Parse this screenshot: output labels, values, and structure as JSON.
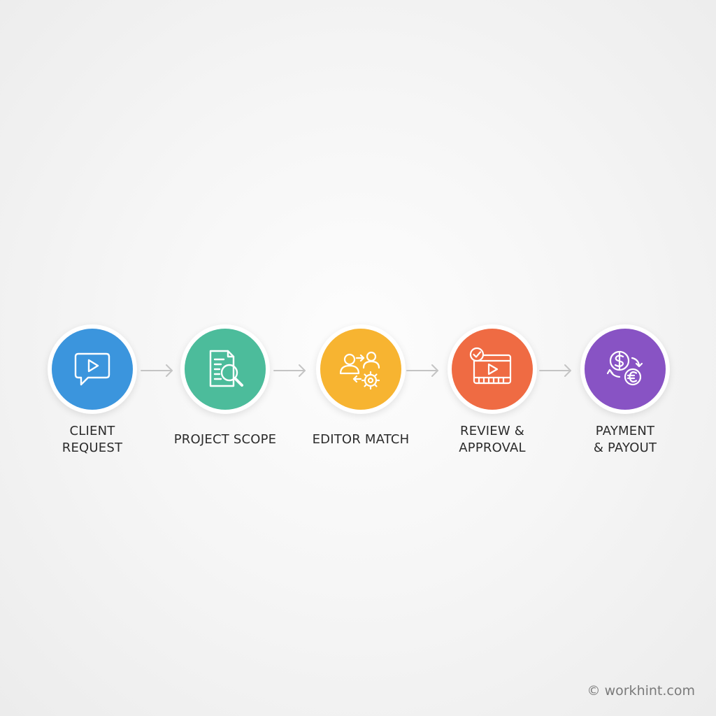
{
  "steps": [
    {
      "lines": [
        "CLIENT",
        "REQUEST"
      ],
      "color": "#3b95dd",
      "icon": "chat-play-icon"
    },
    {
      "lines": [
        "PROJECT SCOPE"
      ],
      "color": "#4cbc9b",
      "icon": "document-search-icon"
    },
    {
      "lines": [
        "EDITOR MATCH"
      ],
      "color": "#f7b431",
      "icon": "people-match-gear-icon"
    },
    {
      "lines": [
        "REVIEW &",
        "APPROVAL"
      ],
      "color": "#ef6b43",
      "icon": "video-check-icon"
    },
    {
      "lines": [
        "PAYMENT",
        "& PAYOUT"
      ],
      "color": "#8853c4",
      "icon": "currency-exchange-icon"
    }
  ],
  "arrow_color": "#c4c4c4",
  "credit": "© workhint.com"
}
